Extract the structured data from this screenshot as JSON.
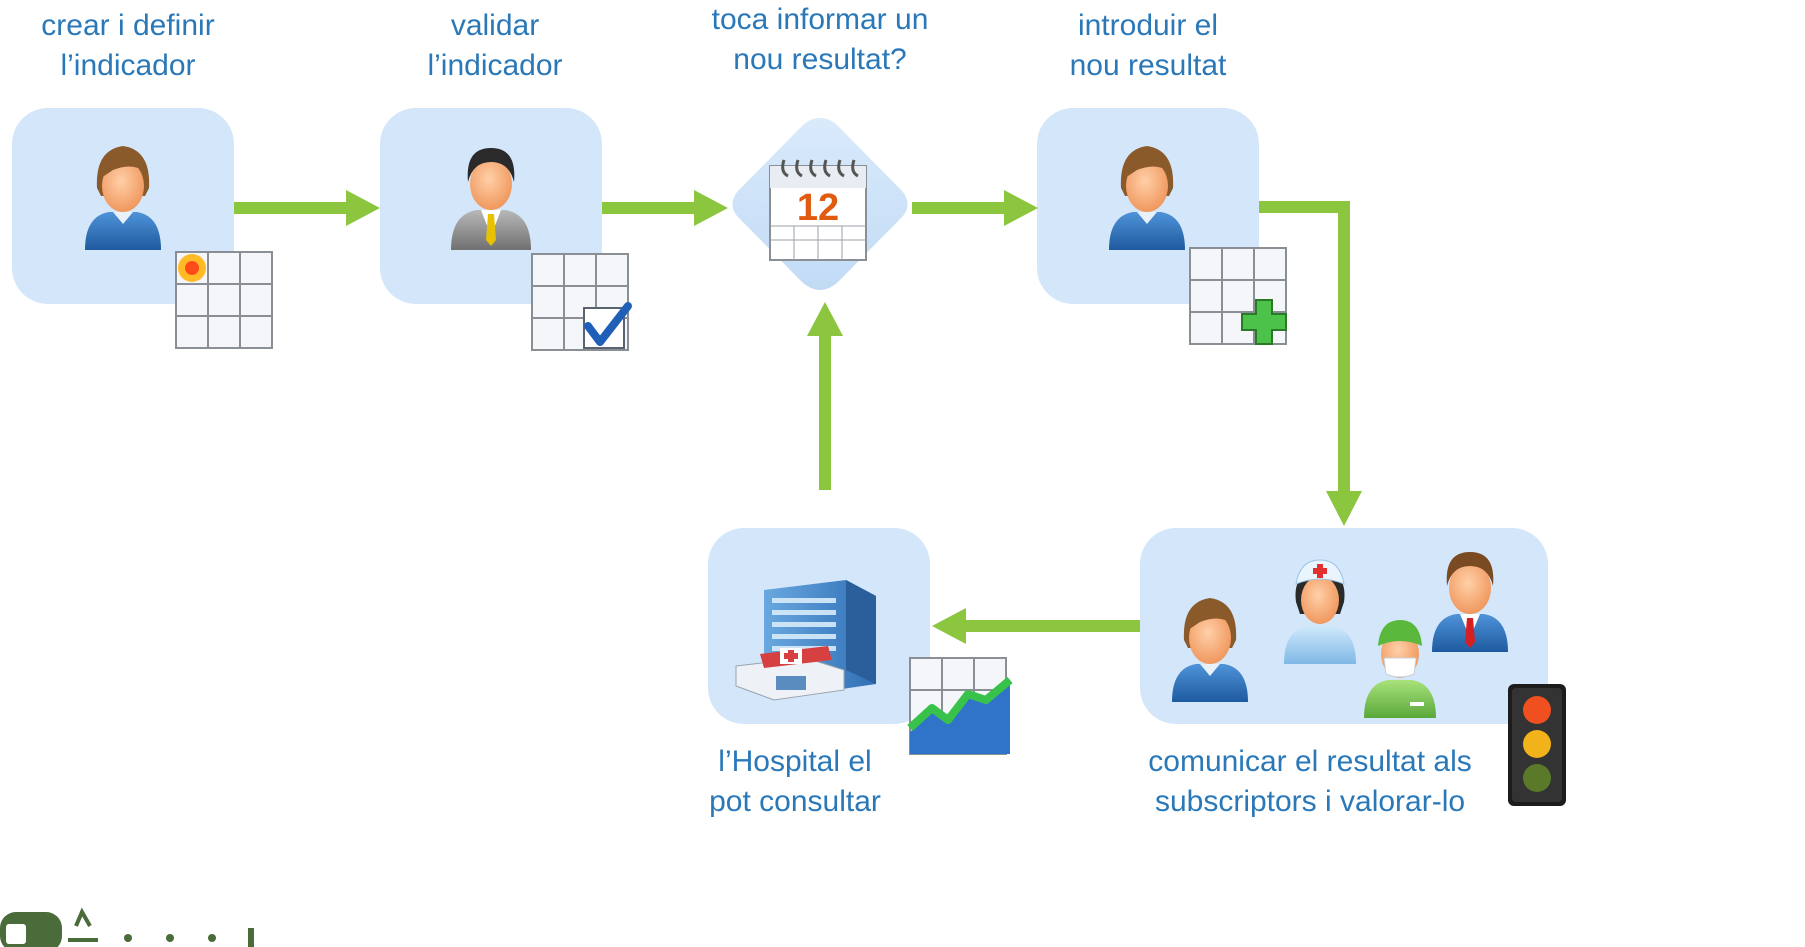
{
  "steps": {
    "define": {
      "line1": "crear i definir",
      "line2": "l’indicador"
    },
    "validate": {
      "line1": "validar",
      "line2": "l’indicador"
    },
    "decide": {
      "line1": "toca informar un",
      "line2": "nou resultat?"
    },
    "enter": {
      "line1": "introduir el",
      "line2": "nou resultat"
    },
    "notify": {
      "line1": "comunicar el resultat als",
      "line2": "subscriptors i valorar-lo"
    },
    "consult": {
      "line1": "l’Hospital el",
      "line2": "pot consultar"
    }
  },
  "calendar": {
    "day": "12"
  },
  "colors": {
    "arrow": "#8cc63f",
    "box": "#d3e6fa",
    "label": "#2a78b8",
    "logo": "#4a6b3a"
  },
  "icons": {
    "define": [
      "person-icon",
      "new-table-icon"
    ],
    "validate": [
      "businessman-icon",
      "validated-table-icon"
    ],
    "decide": [
      "calendar-icon"
    ],
    "enter": [
      "person-icon",
      "add-table-icon"
    ],
    "notify": [
      "person-icon",
      "nurse-icon",
      "surgeon-icon",
      "businessman-icon",
      "traffic-light-icon"
    ],
    "consult": [
      "hospital-icon",
      "chart-table-icon"
    ]
  }
}
